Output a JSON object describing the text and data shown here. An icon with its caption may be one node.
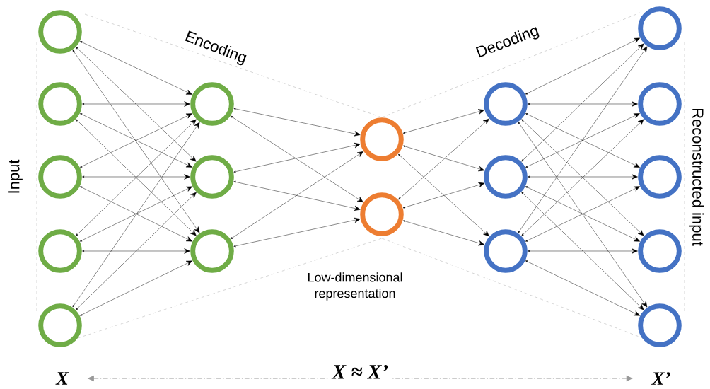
{
  "diagram": {
    "nodes": [
      {
        "text": [],
        "shape": "circle"
      },
      {
        "text": [],
        "shape": "circle"
      },
      {
        "text": [],
        "shape": "circle"
      },
      {
        "text": [],
        "shape": "circle"
      },
      {
        "text": [],
        "shape": "circle"
      },
      {
        "text": [],
        "shape": "circle"
      },
      {
        "text": [],
        "shape": "circle"
      },
      {
        "text": [],
        "shape": "circle"
      },
      {
        "text": [],
        "shape": "circle"
      },
      {
        "text": [],
        "shape": "circle"
      },
      {
        "text": [],
        "shape": "circle"
      },
      {
        "text": [],
        "shape": "circle"
      },
      {
        "text": [],
        "shape": "circle"
      },
      {
        "text": [],
        "shape": "circle"
      },
      {
        "text": [],
        "shape": "circle"
      },
      {
        "text": [],
        "shape": "circle"
      },
      {
        "text": [],
        "shape": "circle"
      },
      {
        "text": [],
        "shape": "circle"
      },
      {
        "text": [
          "X"
        ]
      },
      {
        "text": [
          "X’"
        ]
      }
    ],
    "edges": [
      {
        "from": 0,
        "to": 5,
        "arrow": "both"
      },
      {
        "from": 0,
        "to": 6,
        "arrow": "both"
      },
      {
        "from": 0,
        "to": 7,
        "arrow": "both"
      },
      {
        "from": 1,
        "to": 5,
        "arrow": "both"
      },
      {
        "from": 1,
        "to": 6,
        "arrow": "both"
      },
      {
        "from": 1,
        "to": 7,
        "arrow": "both"
      },
      {
        "from": 2,
        "to": 5,
        "arrow": "both"
      },
      {
        "from": 2,
        "to": 6,
        "arrow": "both"
      },
      {
        "from": 2,
        "to": 7,
        "arrow": "both"
      },
      {
        "from": 3,
        "to": 5,
        "arrow": "both"
      },
      {
        "from": 3,
        "to": 6,
        "arrow": "both"
      },
      {
        "from": 3,
        "to": 7,
        "arrow": "both"
      },
      {
        "from": 4,
        "to": 5,
        "arrow": "both"
      },
      {
        "from": 4,
        "to": 6,
        "arrow": "both"
      },
      {
        "from": 4,
        "to": 7,
        "arrow": "both"
      },
      {
        "from": 5,
        "to": 8,
        "arrow": "both"
      },
      {
        "from": 5,
        "to": 9,
        "arrow": "both"
      },
      {
        "from": 6,
        "to": 8,
        "arrow": "both"
      },
      {
        "from": 6,
        "to": 9,
        "arrow": "both"
      },
      {
        "from": 7,
        "to": 8,
        "arrow": "both"
      },
      {
        "from": 7,
        "to": 9,
        "arrow": "both"
      },
      {
        "from": 8,
        "to": 10,
        "arrow": "both"
      },
      {
        "from": 8,
        "to": 11,
        "arrow": "both"
      },
      {
        "from": 8,
        "to": 12,
        "arrow": "both"
      },
      {
        "from": 9,
        "to": 10,
        "arrow": "both"
      },
      {
        "from": 9,
        "to": 11,
        "arrow": "both"
      },
      {
        "from": 9,
        "to": 12,
        "arrow": "both"
      },
      {
        "from": 10,
        "to": 13,
        "arrow": "both"
      },
      {
        "from": 10,
        "to": 14,
        "arrow": "both"
      },
      {
        "from": 10,
        "to": 15,
        "arrow": "both"
      },
      {
        "from": 10,
        "to": 16,
        "arrow": "both"
      },
      {
        "from": 10,
        "to": 17,
        "arrow": "both"
      },
      {
        "from": 11,
        "to": 13,
        "arrow": "both"
      },
      {
        "from": 11,
        "to": 14,
        "arrow": "both"
      },
      {
        "from": 11,
        "to": 15,
        "arrow": "both"
      },
      {
        "from": 11,
        "to": 16,
        "arrow": "both"
      },
      {
        "from": 11,
        "to": 17,
        "arrow": "both"
      },
      {
        "from": 12,
        "to": 13,
        "arrow": "both"
      },
      {
        "from": 12,
        "to": 14,
        "arrow": "both"
      },
      {
        "from": 12,
        "to": 15,
        "arrow": "both"
      },
      {
        "from": 12,
        "to": 16,
        "arrow": "both"
      },
      {
        "from": 12,
        "to": 17,
        "arrow": "both"
      },
      {
        "from": 18,
        "to": 19,
        "arrow": "both",
        "label": "X ≈ X’",
        "style": "dashed",
        "color": "#999999"
      }
    ],
    "labels": [
      "Encoding",
      "Decoding",
      "Input",
      "Reconstructed input",
      "Low-dimensional representation"
    ]
  }
}
